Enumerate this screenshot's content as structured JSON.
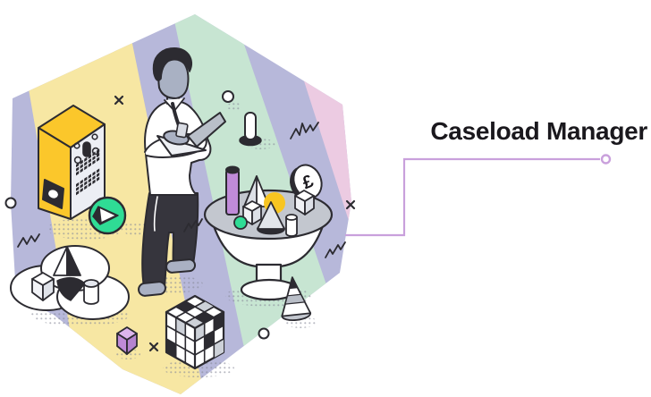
{
  "feature_label": {
    "title": "Caseload Manager",
    "text_color": "#1a181d"
  },
  "connector": {
    "color": "#c9a0dc"
  },
  "illustration": {
    "coin_symbol": "£",
    "palette": {
      "ink": "#2c2b31",
      "stripe_lavender": "#b7b8da",
      "stripe_yellow": "#f7e7a3",
      "stripe_green": "#c7e5d2",
      "stripe_pink": "#eccbe2",
      "accent_yellow": "#fbc72b",
      "accent_green": "#2fdc95",
      "accent_purple": "#c08bd8",
      "coin_yellow": "#f8c521",
      "bowl_gray": "#c3c7cf"
    },
    "parts": [
      "caseworker-with-laptop",
      "server-cabinet",
      "play-button-circle",
      "venn-diagram",
      "funnel-tray-with-shapes",
      "pound-coin",
      "rubiks-cube",
      "purple-cube"
    ]
  }
}
